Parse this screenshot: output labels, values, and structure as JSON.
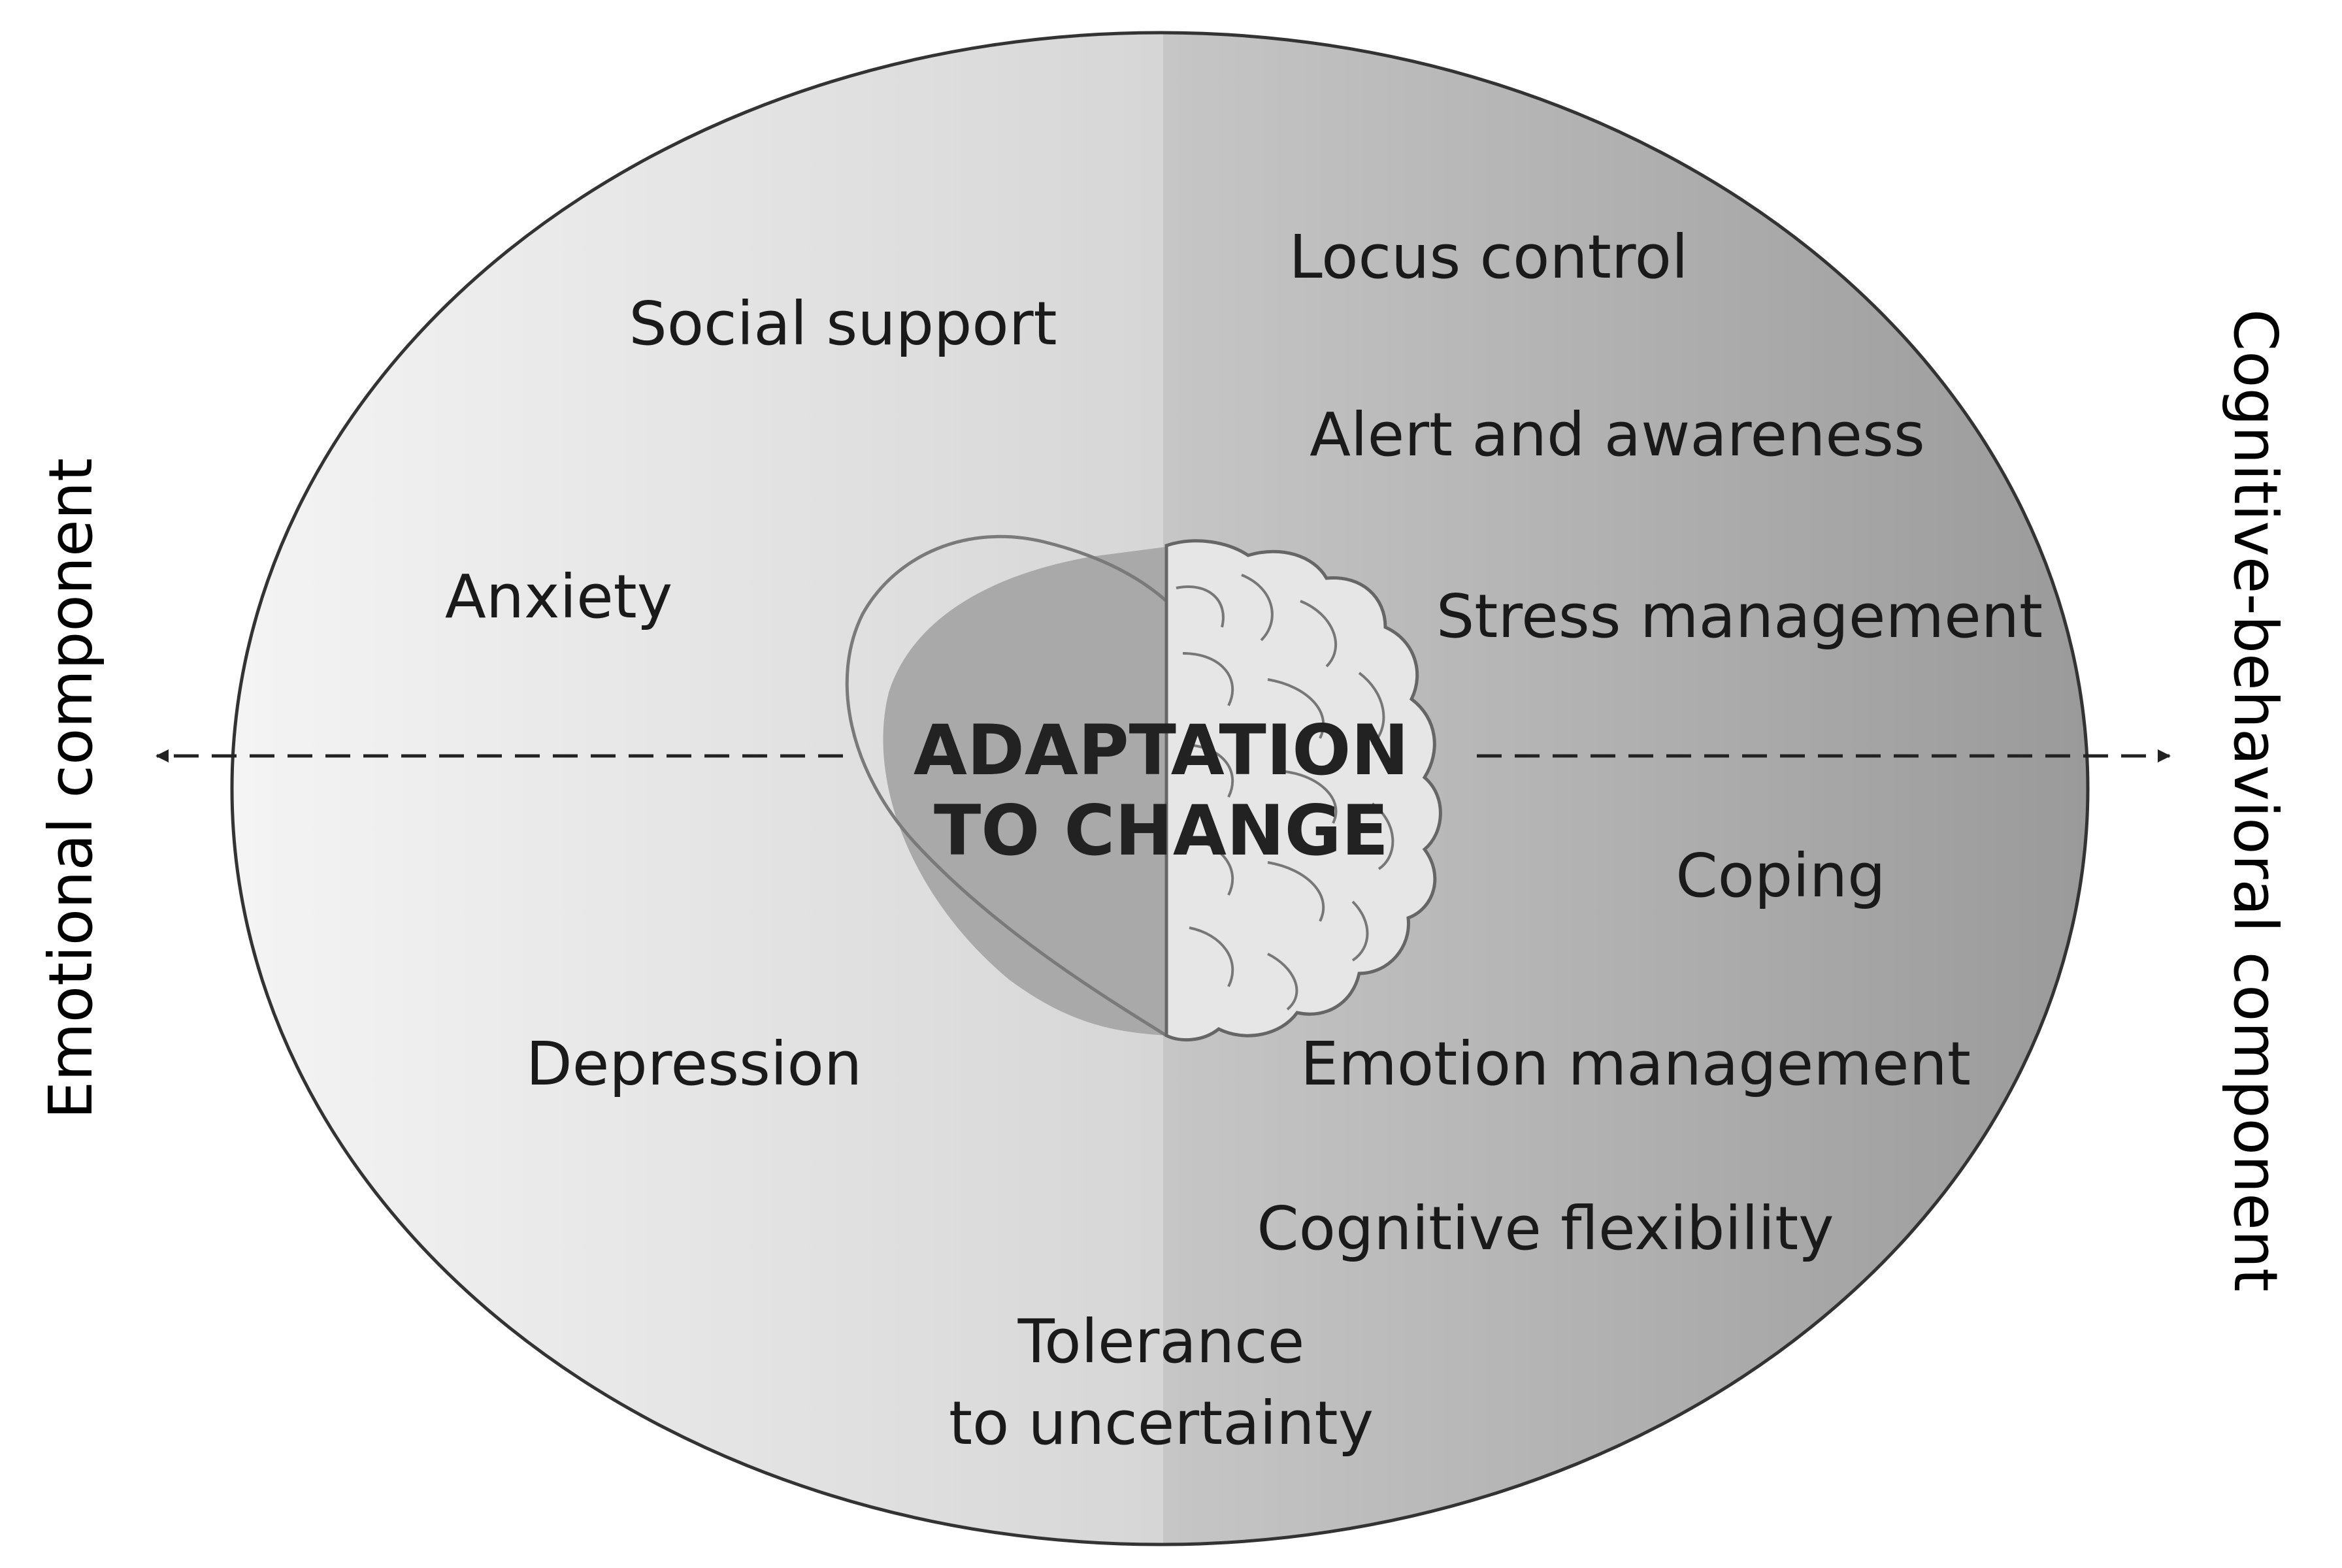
{
  "center": {
    "line1": "ADAPTATION",
    "line2": "TO CHANGE"
  },
  "axes": {
    "left": "Emotional component",
    "right": "Cognitive-behavioral component"
  },
  "emotional_factors": {
    "social_support": "Social support",
    "anxiety": "Anxiety",
    "depression": "Depression"
  },
  "cognitive_factors": {
    "locus_control": "Locus control",
    "alert_awareness": "Alert and awareness",
    "stress_management": "Stress management",
    "coping": "Coping",
    "emotion_management": "Emotion management",
    "cognitive_flexibility": "Cognitive flexibility"
  },
  "bottom_factor": {
    "line1": "Tolerance",
    "line2": "to uncertainty"
  },
  "icons": {
    "heart": "heart-icon",
    "brain": "brain-icon"
  },
  "colors": {
    "left_half_light": "#f2f2f2",
    "left_half_dark": "#d8d8d8",
    "right_half_light": "#c4c4c4",
    "right_half_dark": "#9c9c9c",
    "heart_fill": "#a8a8a8",
    "brain_fill": "#e8e8e8",
    "outline": "#333333"
  }
}
